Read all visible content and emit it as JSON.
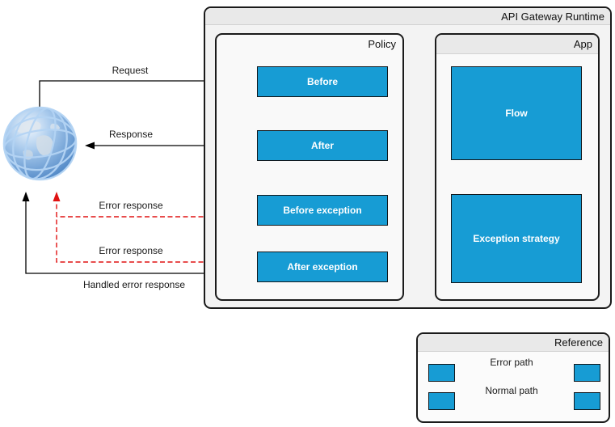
{
  "runtime": {
    "title": "API Gateway Runtime"
  },
  "policy": {
    "title": "Policy",
    "nodes": {
      "before": "Before",
      "after": "After",
      "before_exception": "Before exception",
      "after_exception": "After exception"
    }
  },
  "app": {
    "title": "App",
    "nodes": {
      "flow": "Flow",
      "exception_strategy": "Exception strategy"
    }
  },
  "edges": {
    "request": "Request",
    "response": "Response",
    "error_response_top": "Error response",
    "error_response_bottom": "Error response",
    "handled_error_response": "Handled error response"
  },
  "reference": {
    "title": "Reference",
    "error_path_label": "Error path",
    "normal_path_label": "Normal path"
  },
  "icons": {
    "globe": "internet-globe"
  },
  "colors": {
    "node_fill": "#179cd4",
    "error_path": "#e01212",
    "normal_path": "#000000",
    "outer_bg": "#f3f3f3",
    "inner_bg": "#f9f9f9",
    "strip_bg": "#e9e9e9"
  }
}
